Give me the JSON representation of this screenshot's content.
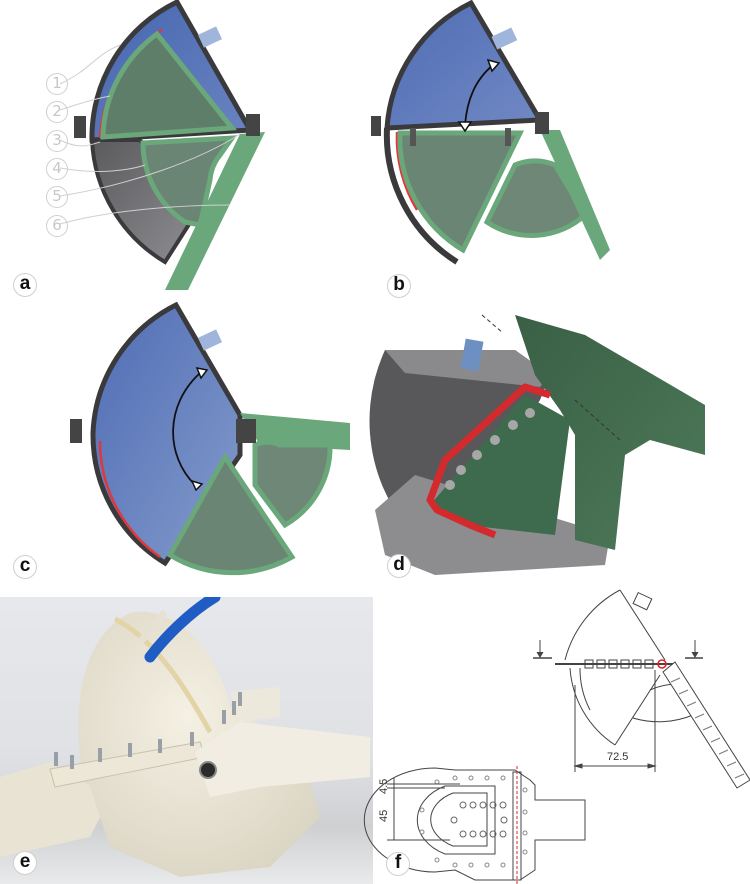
{
  "figure": {
    "panels": [
      {
        "id": "a",
        "label": "a",
        "description": "Cross-section of gripper: pressure chamber (blue), membrane (red), finger segments (green), housing (dark grey)"
      },
      {
        "id": "b",
        "label": "b",
        "description": "Cross-section with actuated finger rotated downward; double-headed rotation arrow"
      },
      {
        "id": "c",
        "label": "c",
        "description": "Cross-section with finger rotated further; large double-headed rotation arrow"
      },
      {
        "id": "d",
        "label": "d",
        "description": "3D cut-away render showing red membrane, bolts, green finger and grey housing"
      },
      {
        "id": "e",
        "label": "e",
        "description": "Photograph of 3D-printed white prototype with blue pneumatic tube and bolts"
      },
      {
        "id": "f",
        "label": "f",
        "description": "Technical drawing: section view and plan view with dimensions"
      }
    ],
    "callouts": [
      "1",
      "2",
      "3",
      "4",
      "5",
      "6"
    ],
    "dimensions": {
      "width_72_5": "72.5",
      "offset_4_5": "4.5",
      "height_45": "45"
    },
    "colors": {
      "chamber_blue": "#5f79b4",
      "membrane_red": "#e0383a",
      "finger_green": "#6aa77a",
      "finger_inner": "#5f7e6a",
      "housing_dark": "#3e3e40",
      "housing_grey": "#7d7d80",
      "render_green": "#3e6a4d",
      "photo_white": "#efeadb",
      "tube_blue": "#1f5cc4"
    }
  }
}
